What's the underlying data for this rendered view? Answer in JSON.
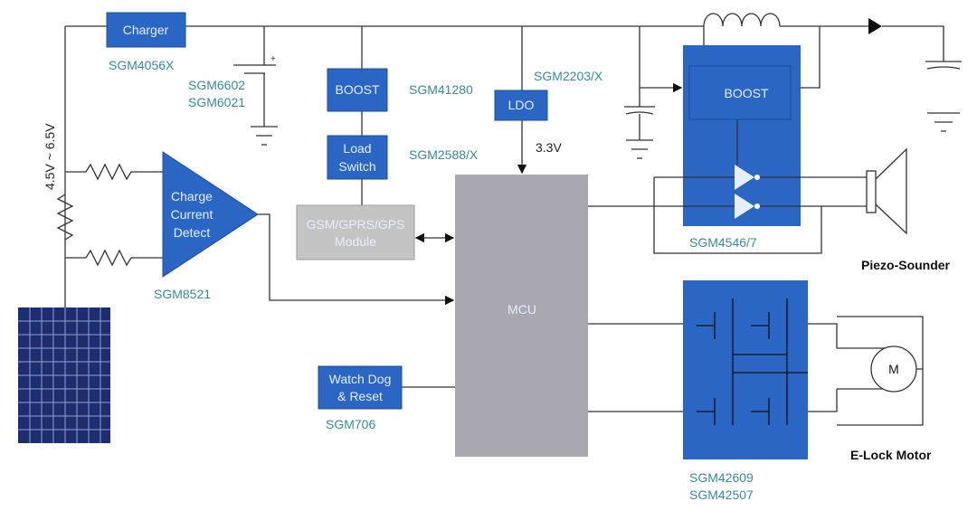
{
  "colors": {
    "block": "#2b66c4",
    "mcu": "#a9a8b0",
    "module": "#c4c4c4",
    "label": "#3a8a96"
  },
  "blocks": {
    "charger": "Charger",
    "boost": "BOOST",
    "load_switch": [
      "Load",
      "Switch"
    ],
    "gsm": [
      "GSM/GPRS/GPS",
      "Module"
    ],
    "ldo": "LDO",
    "mcu": "MCU",
    "watchdog": [
      "Watch Dog",
      "& Reset"
    ],
    "boost2": "BOOST",
    "charge_detect": [
      "Charge",
      "Current",
      "Detect"
    ],
    "motor": "M"
  },
  "labels": {
    "charger_part": "SGM4056X",
    "battery_parts": [
      "SGM6602",
      "SGM6021"
    ],
    "boost_part": "SGM41280",
    "load_switch_part": "SGM2588/X",
    "ldo_part": "SGM2203/X",
    "ldo_voltage": "3.3V",
    "input_range": "4.5V ~ 6.5V",
    "detect_part": "SGM8521",
    "sounder_part": "SGM4546/7",
    "sounder": "Piezo-Sounder",
    "watchdog_part": "SGM706",
    "motor": "E-Lock Motor",
    "bridge_parts": [
      "SGM42609",
      "SGM42507"
    ]
  }
}
